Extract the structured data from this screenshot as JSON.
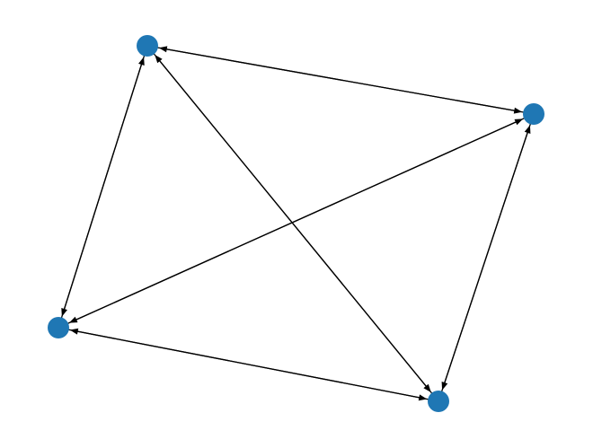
{
  "graph": {
    "directed": true,
    "node_color": "#1f77b4",
    "edge_color": "#000000",
    "nodes": [
      0,
      1,
      2,
      3
    ],
    "edges": [
      [
        0,
        1
      ],
      [
        1,
        0
      ],
      [
        0,
        2
      ],
      [
        2,
        0
      ],
      [
        0,
        3
      ],
      [
        3,
        0
      ],
      [
        1,
        2
      ],
      [
        2,
        1
      ],
      [
        1,
        3
      ],
      [
        3,
        1
      ],
      [
        2,
        3
      ],
      [
        3,
        2
      ]
    ]
  }
}
